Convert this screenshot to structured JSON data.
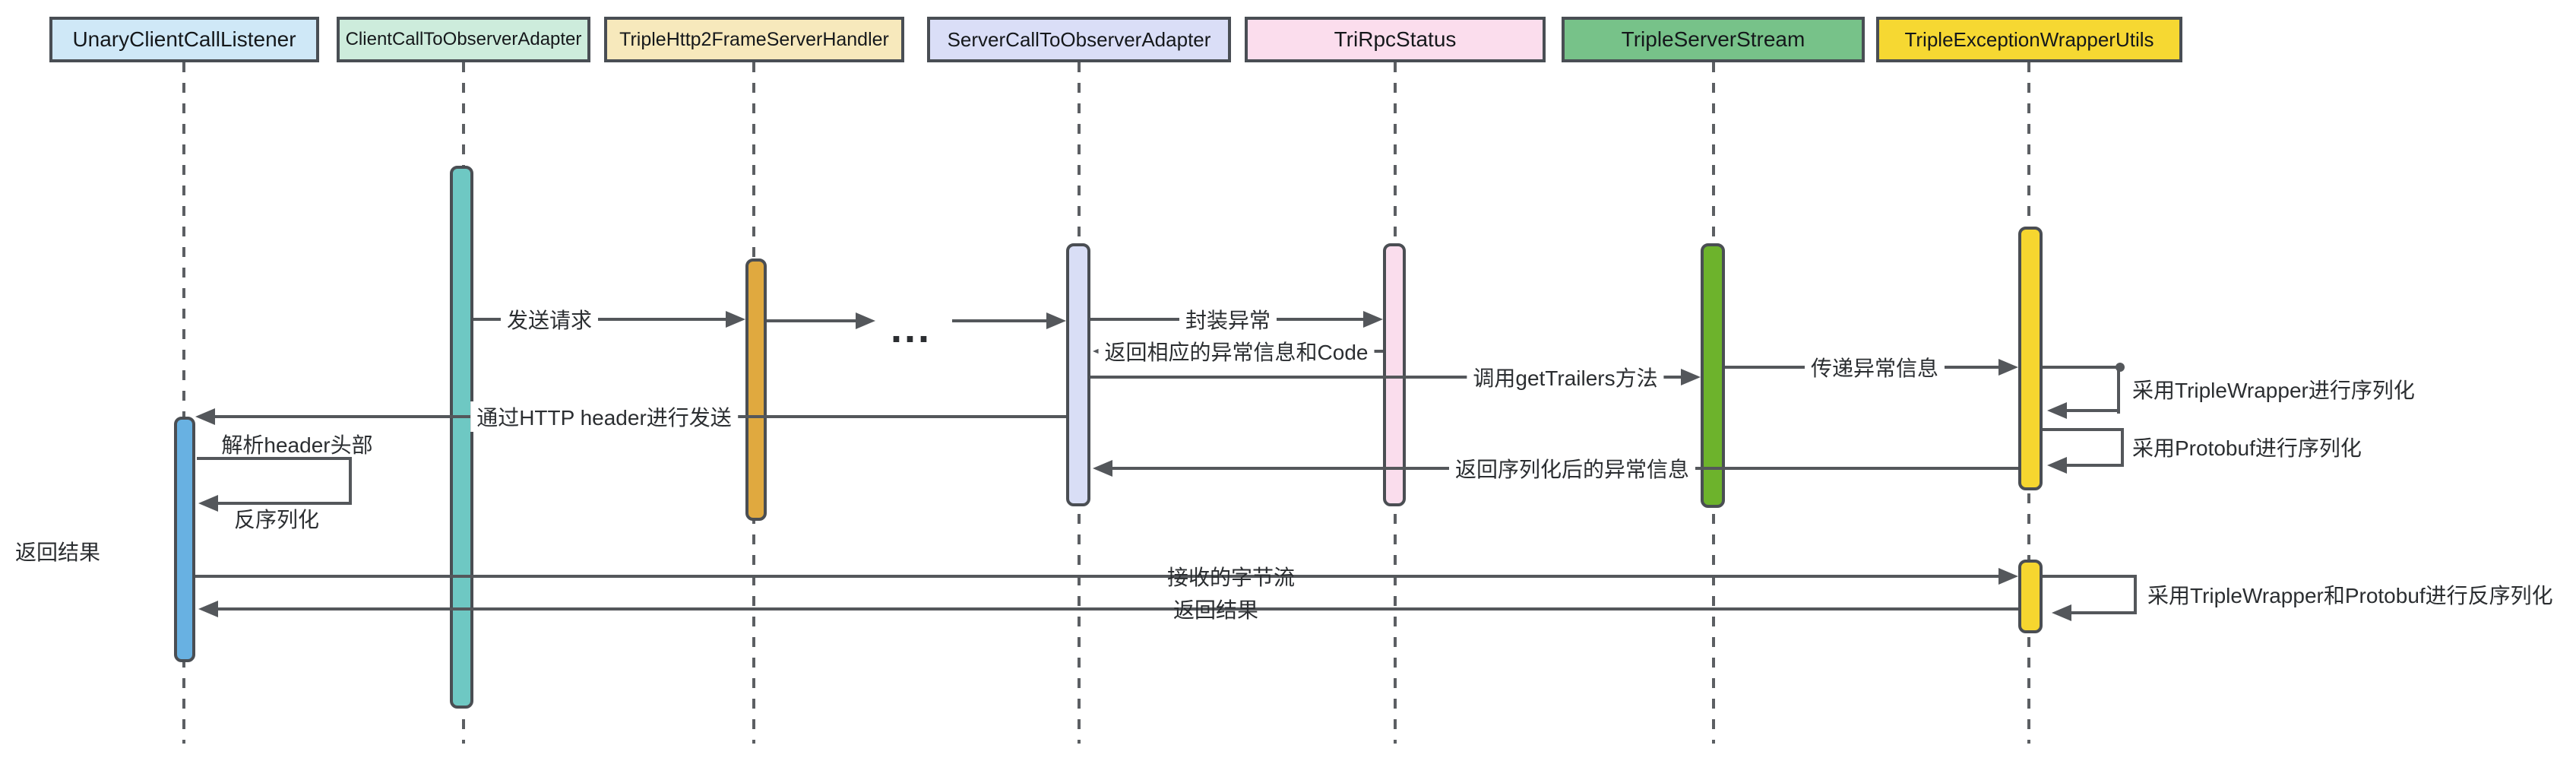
{
  "diagram": {
    "type": "sequence",
    "title": "Triple protocol exception propagation sequence",
    "participants": [
      {
        "name": "UnaryClientCallListener",
        "fill": "#cfe8f7"
      },
      {
        "name": "ClientCallToObserverAdapter",
        "fill": "#cdecdc"
      },
      {
        "name": "TripleHttp2FrameServerHandler",
        "fill": "#f7e9bc"
      },
      {
        "name": "ServerCallToObserverAdapter",
        "fill": "#dadef7"
      },
      {
        "name": "TriRpcStatus",
        "fill": "#fbdded"
      },
      {
        "name": "TripleServerStream",
        "fill": "#77c289"
      },
      {
        "name": "TripleExceptionWrapperUtils",
        "fill": "#f6d832"
      }
    ],
    "activations": [
      {
        "participant": "UnaryClientCallListener",
        "fill": "#68b1e2"
      },
      {
        "participant": "ClientCallToObserverAdapter",
        "fill": "#6ec8c3"
      },
      {
        "participant": "TripleHttp2FrameServerHandler",
        "fill": "#e0a93f"
      },
      {
        "participant": "ServerCallToObserverAdapter",
        "fill": "#d9def6"
      },
      {
        "participant": "TriRpcStatus",
        "fill": "#fadded"
      },
      {
        "participant": "TripleServerStream",
        "fill": "#6db32c"
      },
      {
        "participant": "TripleExceptionWrapperUtils",
        "fill": "#f6d62f"
      },
      {
        "participant": "TripleExceptionWrapperUtils",
        "fill": "#f6d62f"
      }
    ],
    "messages": [
      {
        "label": "发送请求",
        "from": "ClientCallToObserverAdapter",
        "to": "TripleHttp2FrameServerHandler",
        "direction": "right"
      },
      {
        "label": "",
        "from": "TripleHttp2FrameServerHandler",
        "to": "ellipsis",
        "direction": "right"
      },
      {
        "label": "",
        "from": "ellipsis",
        "to": "ServerCallToObserverAdapter",
        "direction": "right"
      },
      {
        "label": "封装异常",
        "from": "ServerCallToObserverAdapter",
        "to": "TriRpcStatus",
        "direction": "right"
      },
      {
        "label": "返回相应的异常信息和Code",
        "from": "TriRpcStatus",
        "to": "ServerCallToObserverAdapter",
        "direction": "left"
      },
      {
        "label": "调用getTrailers方法",
        "from": "ServerCallToObserverAdapter",
        "to": "TripleServerStream",
        "direction": "right"
      },
      {
        "label": "传递异常信息",
        "from": "TripleServerStream",
        "to": "TripleExceptionWrapperUtils",
        "direction": "right"
      },
      {
        "label": "通过HTTP header进行发送",
        "from": "ServerCallToObserverAdapter",
        "to": "UnaryClientCallListener",
        "direction": "left"
      },
      {
        "label": "返回序列化后的异常信息",
        "from": "TripleExceptionWrapperUtils",
        "to": "ServerCallToObserverAdapter",
        "direction": "left"
      },
      {
        "label": "接收的字节流",
        "from": "UnaryClientCallListener",
        "to": "TripleExceptionWrapperUtils",
        "direction": "right"
      },
      {
        "label": "返回结果",
        "from": "TripleExceptionWrapperUtils",
        "to": "UnaryClientCallListener",
        "direction": "left"
      }
    ],
    "self_messages": [
      {
        "on": "UnaryClientCallListener",
        "label_above": "解析header头部",
        "label_below": "反序列化"
      },
      {
        "on": "TripleExceptionWrapperUtils",
        "label": "采用TripleWrapper进行序列化"
      },
      {
        "on": "TripleExceptionWrapperUtils",
        "label": "采用Protobuf进行序列化"
      },
      {
        "on": "TripleExceptionWrapperUtils",
        "label": "采用TripleWrapper和Protobuf进行反序列化"
      }
    ],
    "free_labels": [
      {
        "text": "返回结果",
        "position": "left-margin"
      },
      {
        "text": "...",
        "position": "between TripleHttp2FrameServerHandler and ServerCallToObserverAdapter"
      }
    ],
    "colors": {
      "line": "#54575b",
      "border": "#494e54",
      "text": "#2b2e31",
      "background": "#ffffff"
    }
  }
}
